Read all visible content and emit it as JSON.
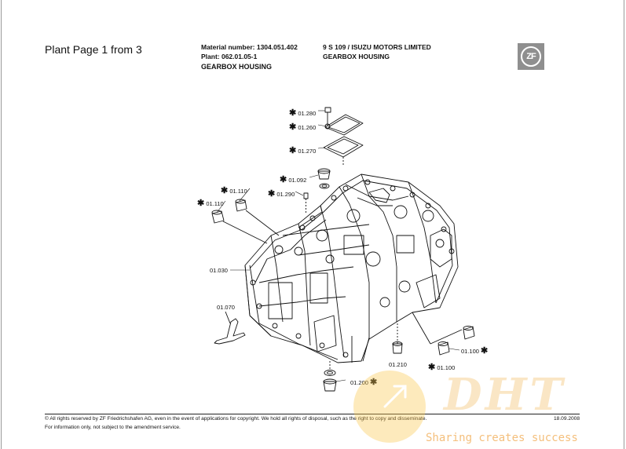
{
  "header": {
    "plant_page": "Plant Page 1 from 3",
    "material_number": "Material number: 1304.051.402",
    "plant": "Plant: 062.01.05-1",
    "housing_left": "GEARBOX HOUSING",
    "model": "9 S 109 / ISUZU MOTORS LIMITED",
    "housing_right": "GEARBOX HOUSING",
    "logo_text": "ZF"
  },
  "callouts": [
    {
      "id": "01.280",
      "star": "✱"
    },
    {
      "id": "01.260",
      "star": "✱"
    },
    {
      "id": "01.270",
      "star": "✱"
    },
    {
      "id": "01.092",
      "star": "✱"
    },
    {
      "id": "01.290",
      "star": "✱"
    },
    {
      "id": "01.110",
      "star": "✱"
    },
    {
      "id": "01.110",
      "star": "✱"
    },
    {
      "id": "01.030",
      "star": ""
    },
    {
      "id": "01.070",
      "star": ""
    },
    {
      "id": "01.210",
      "star": ""
    },
    {
      "id": "01.100",
      "star": "✱"
    },
    {
      "id": "01.100",
      "star": "✱"
    },
    {
      "id": "01.200",
      "star": "✱"
    }
  ],
  "footer": {
    "copyright": "© All rights reserved by ZF Friedrichshafen AG, even in the event of applications for copyright. We hold all rights of disposal, such as the right to copy and disseminate.",
    "info": "For information only, not subject to the amendment service.",
    "date": "18.09.2008"
  },
  "watermark": {
    "logo": "DHT",
    "tagline": "Sharing creates success"
  }
}
